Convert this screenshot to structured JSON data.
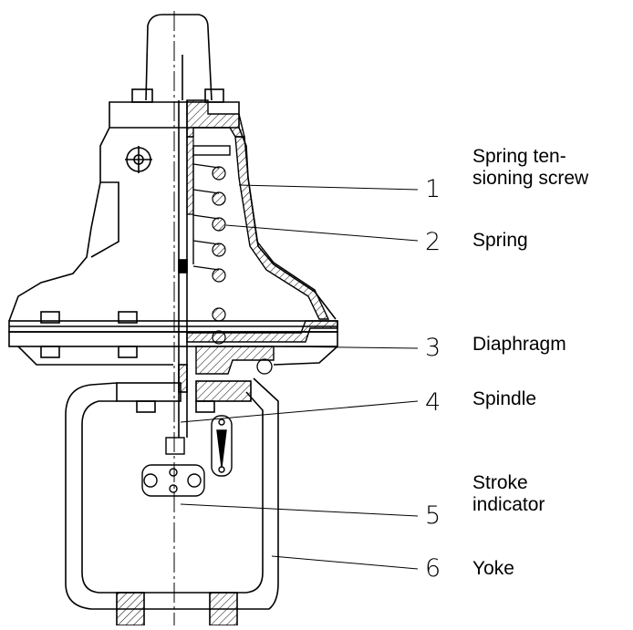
{
  "callouts": [
    {
      "number": "1",
      "text_line1": "Spring ten-",
      "text_line2": "sioning screw"
    },
    {
      "number": "2",
      "text_line1": "Spring",
      "text_line2": ""
    },
    {
      "number": "3",
      "text_line1": "Diaphragm",
      "text_line2": ""
    },
    {
      "number": "4",
      "text_line1": "Spindle",
      "text_line2": ""
    },
    {
      "number": "5",
      "text_line1": "Stroke",
      "text_line2": "indicator"
    },
    {
      "number": "6",
      "text_line1": "Yoke",
      "text_line2": ""
    }
  ],
  "colors": {
    "ink": "#000000",
    "background": "#ffffff"
  }
}
